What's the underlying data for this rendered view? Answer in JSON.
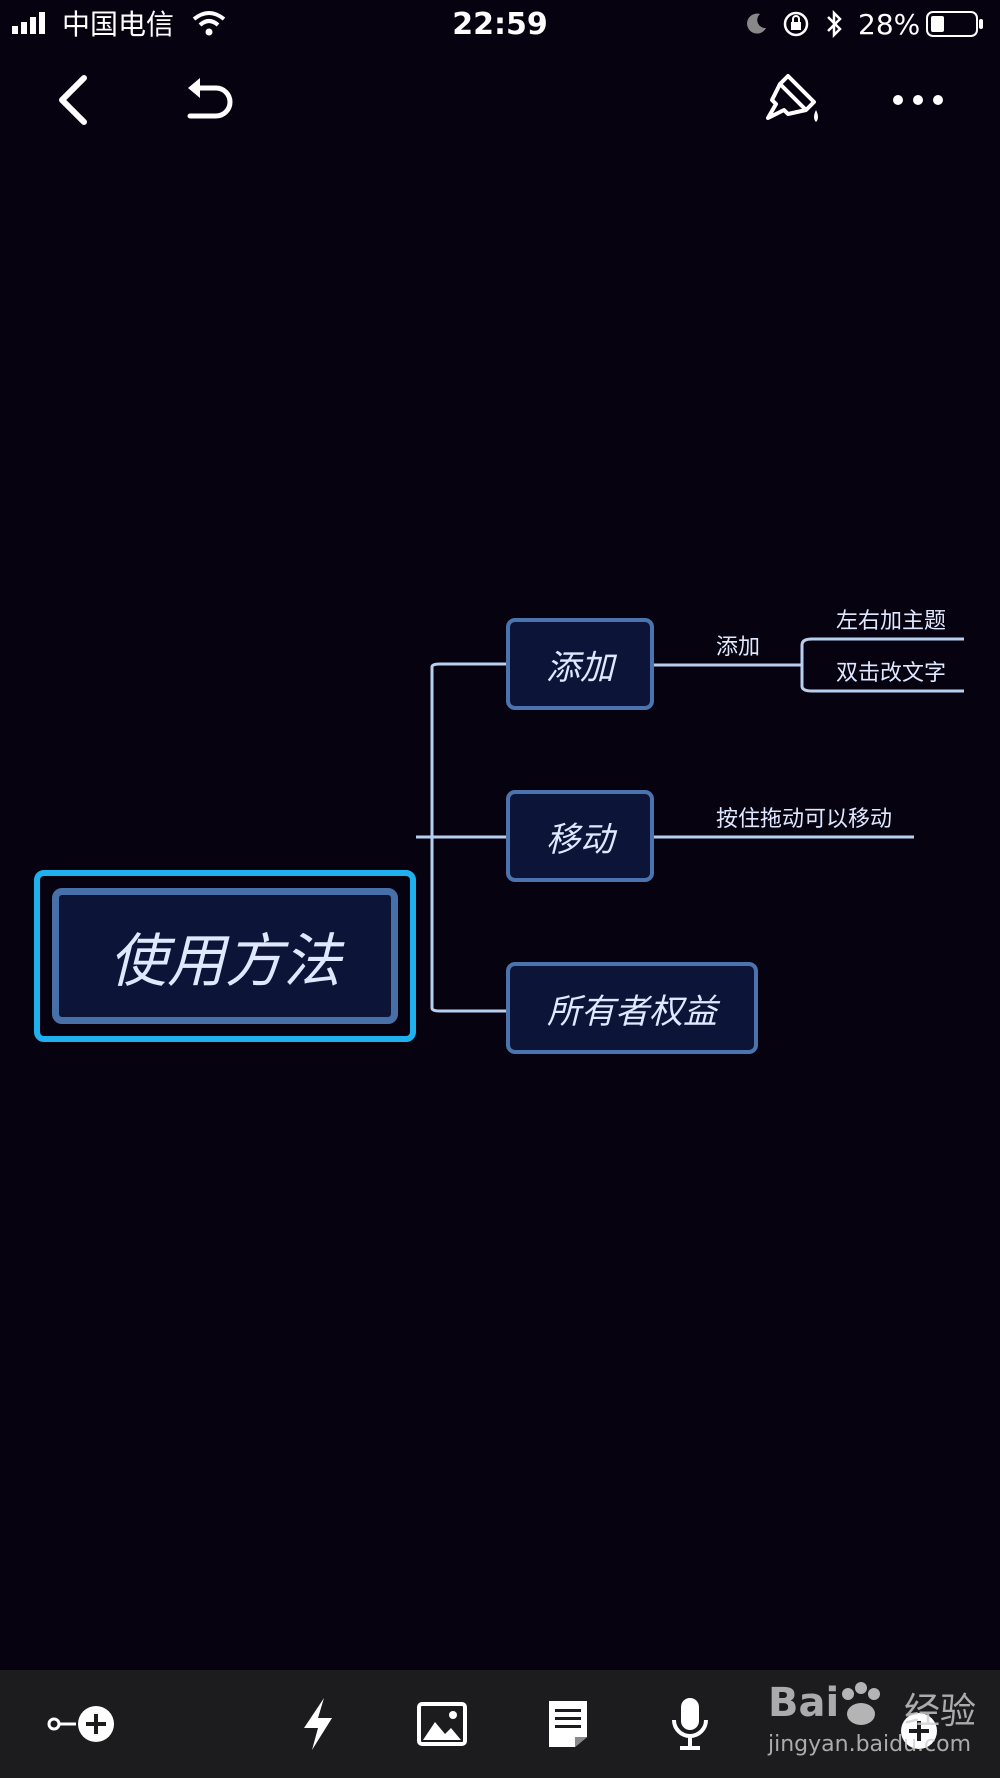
{
  "status_bar": {
    "carrier": "中国电信",
    "time": "22:59",
    "battery_percent": "28%",
    "icons": [
      "signal-icon",
      "wifi-icon",
      "moon-icon",
      "rotation-lock-icon",
      "bluetooth-icon",
      "battery-icon"
    ]
  },
  "toolbar": {
    "back_icon": "chevron-left-icon",
    "undo_icon": "undo-icon",
    "style_icon": "paint-brush-icon",
    "more_icon": "more-icon"
  },
  "mindmap": {
    "root": {
      "label": "使用方法"
    },
    "topics": [
      {
        "label": "添加"
      },
      {
        "label": "移动"
      },
      {
        "label": "所有者权益"
      }
    ],
    "subtopics": {
      "add_branch_label": "添加",
      "add_left_right": "左右加主题",
      "double_click_edit": "双击改文字",
      "move_hint": "按住拖动可以移动"
    },
    "colors": {
      "root_border": "#1fb0ee",
      "node_border": "#4b74ae",
      "node_fill": "#0c1538",
      "line": "#b8d0f0"
    }
  },
  "bottom_toolbar": {
    "tools": [
      "add-subtopic-icon",
      "lightning-icon",
      "image-icon",
      "note-icon",
      "microphone-icon",
      "add-icon"
    ]
  },
  "watermark": {
    "brand": "Bai",
    "brand_suffix": "经验",
    "url": "jingyan.baidu.com"
  }
}
